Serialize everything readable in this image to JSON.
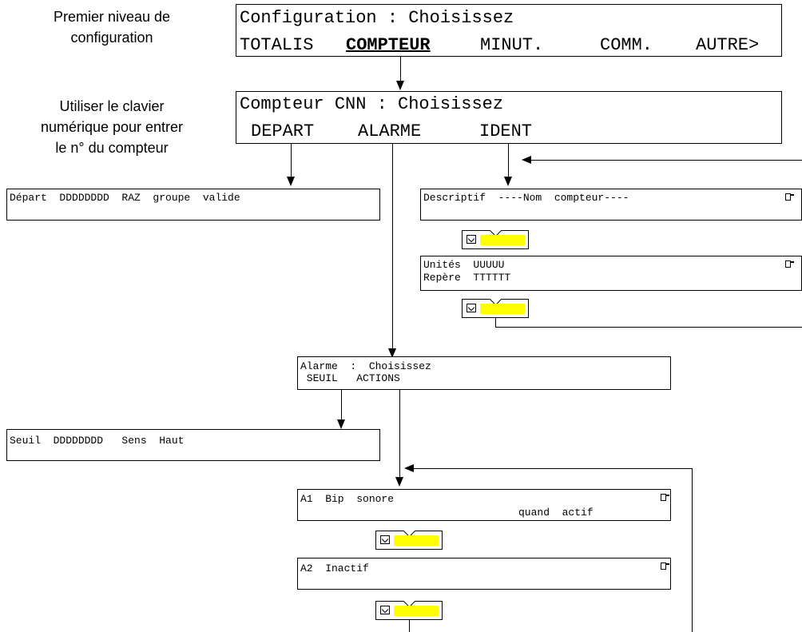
{
  "labels": {
    "first_level_line1": "Premier niveau de",
    "first_level_line2": "configuration",
    "keypad_line1": "Utiliser le clavier",
    "keypad_line2": "numérique pour entrer",
    "keypad_line3": "le n° du compteur"
  },
  "config_screen": {
    "line1": "Configuration : Choisissez",
    "items": [
      "TOTALIS",
      "COMPTEUR",
      "MINUT.",
      "COMM.",
      "AUTRE>"
    ]
  },
  "counter_screen": {
    "line1": "Compteur CNN : Choisissez",
    "items": [
      "DEPART",
      "ALARME",
      "IDENT"
    ]
  },
  "depart_screen": {
    "line1": "Départ  DDDDDDDD  RAZ  groupe  valide"
  },
  "descriptif_screen": {
    "line1": "Descriptif  ----Nom  compteur----"
  },
  "unites_screen": {
    "line1": "Unités  UUUUU",
    "line2": "Repère  TTTTTT"
  },
  "alarme_screen": {
    "line1": "Alarme  :  Choisissez",
    "line2": " SEUIL   ACTIONS"
  },
  "seuil_screen": {
    "line1": "Seuil  DDDDDDDD   Sens  Haut"
  },
  "a1_screen": {
    "line1": "A1  Bip  sonore",
    "line2": "quand  actif"
  },
  "a2_screen": {
    "line1": "A2  Inactif"
  },
  "colors": {
    "edit_field": "#ffff00",
    "lines": "#000000"
  },
  "icons": {
    "doc": "document-icon",
    "edit": "edit-pencil-icon"
  }
}
